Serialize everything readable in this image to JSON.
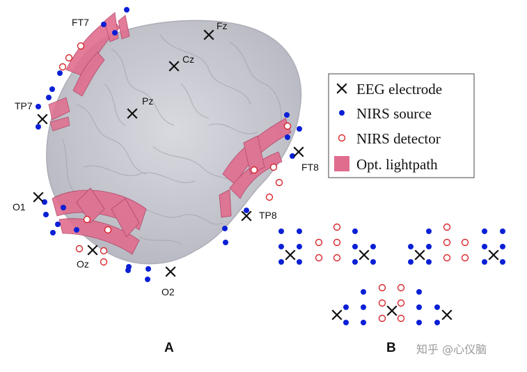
{
  "panel_labels": {
    "a": "A",
    "b": "B"
  },
  "electrodes": {
    "fz": "Fz",
    "cz": "Cz",
    "pz": "Pz",
    "ft7": "FT7",
    "tp7": "TP7",
    "ft8": "FT8",
    "tp8": "TP8",
    "o1": "O1",
    "oz": "Oz",
    "o2": "O2"
  },
  "legend": {
    "eeg": "EEG electrode",
    "source": "NIRS source",
    "detector": "NIRS detector",
    "lightpath": "Opt. lightpath"
  },
  "watermark": "知乎 @心仪脑",
  "colors": {
    "source": "#0a1fd6",
    "detector": "#d8262c",
    "lightpath": "#e06d8e",
    "brain": "#c9cad3",
    "marker": "#111111"
  }
}
